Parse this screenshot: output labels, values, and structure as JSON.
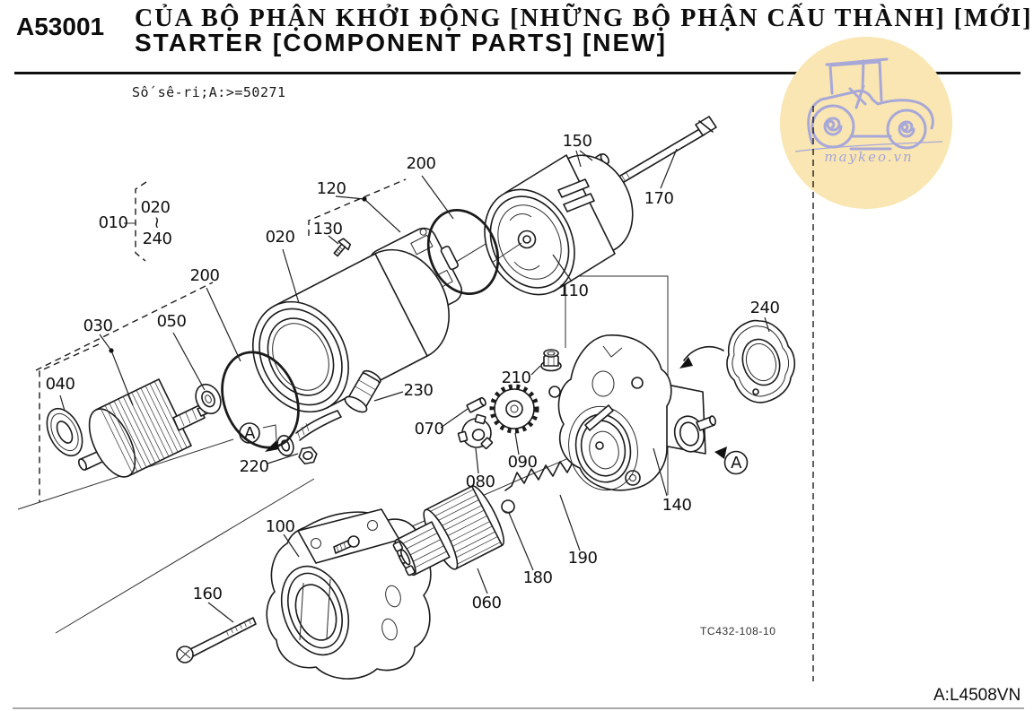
{
  "header": {
    "code": "A53001",
    "title_vi": "CỦA BỘ PHẬN KHỞI ĐỘNG [NHỮNG BỘ PHẬN CẤU THÀNH] [MỚI]",
    "title_en": "STARTER [COMPONENT PARTS] [NEW]",
    "serial_note": "Số sê-ri;A:>=50271"
  },
  "watermark": {
    "site": "maykeo.vn",
    "circle_color": "#FAE6B2",
    "line_color": "#a8a8d8"
  },
  "footer": {
    "figure_code": "TC432-108-10",
    "model_code": "A:L4508VN"
  },
  "diagram": {
    "detail_marker": "A",
    "range": {
      "parent": "010",
      "from": "020",
      "tilde": "~",
      "to": "240"
    },
    "labels": {
      "yoke": "020",
      "armature": "030",
      "bushing": "040",
      "bearing": "050",
      "pinion": "060",
      "pin": "070",
      "retainer": "080",
      "gear": "090",
      "bracket_front": "100",
      "end_cover": "110",
      "brush_holder": "120",
      "screw_130": "130",
      "bracket_center": "140",
      "screw_150": "150",
      "bolt_160": "160",
      "bolt_170": "170",
      "ball": "180",
      "spring": "190",
      "oring_left": "200",
      "oring_center": "200",
      "nut_210": "210",
      "nut_220": "220",
      "terminal_230": "230",
      "gasket_240": "240"
    }
  }
}
